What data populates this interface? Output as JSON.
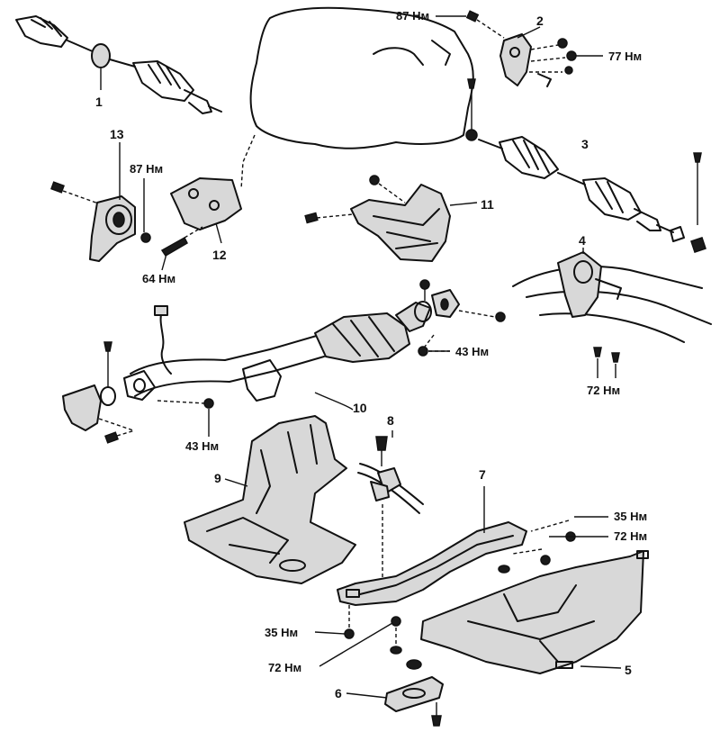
{
  "callouts": [
    {
      "id": "c1",
      "label": "1"
    },
    {
      "id": "c2",
      "label": "2"
    },
    {
      "id": "c3",
      "label": "3"
    },
    {
      "id": "c4",
      "label": "4"
    },
    {
      "id": "c5",
      "label": "5"
    },
    {
      "id": "c6",
      "label": "6"
    },
    {
      "id": "c7",
      "label": "7"
    },
    {
      "id": "c8",
      "label": "8"
    },
    {
      "id": "c9",
      "label": "9"
    },
    {
      "id": "c10",
      "label": "10"
    },
    {
      "id": "c11",
      "label": "11"
    },
    {
      "id": "c12",
      "label": "12"
    },
    {
      "id": "c13",
      "label": "13"
    }
  ],
  "torques": [
    {
      "id": "t87a",
      "label": "87 Нм"
    },
    {
      "id": "t77",
      "label": "77 Нм"
    },
    {
      "id": "t87b",
      "label": "87 Нм"
    },
    {
      "id": "t64",
      "label": "64 Нм"
    },
    {
      "id": "t43a",
      "label": "43 Нм"
    },
    {
      "id": "t72a",
      "label": "72 Нм"
    },
    {
      "id": "t43b",
      "label": "43 Нм"
    },
    {
      "id": "t35a",
      "label": "35 Нм"
    },
    {
      "id": "t72b",
      "label": "72 Нм"
    },
    {
      "id": "t35b",
      "label": "35 Нм"
    },
    {
      "id": "t72c",
      "label": "72 Нм"
    }
  ]
}
